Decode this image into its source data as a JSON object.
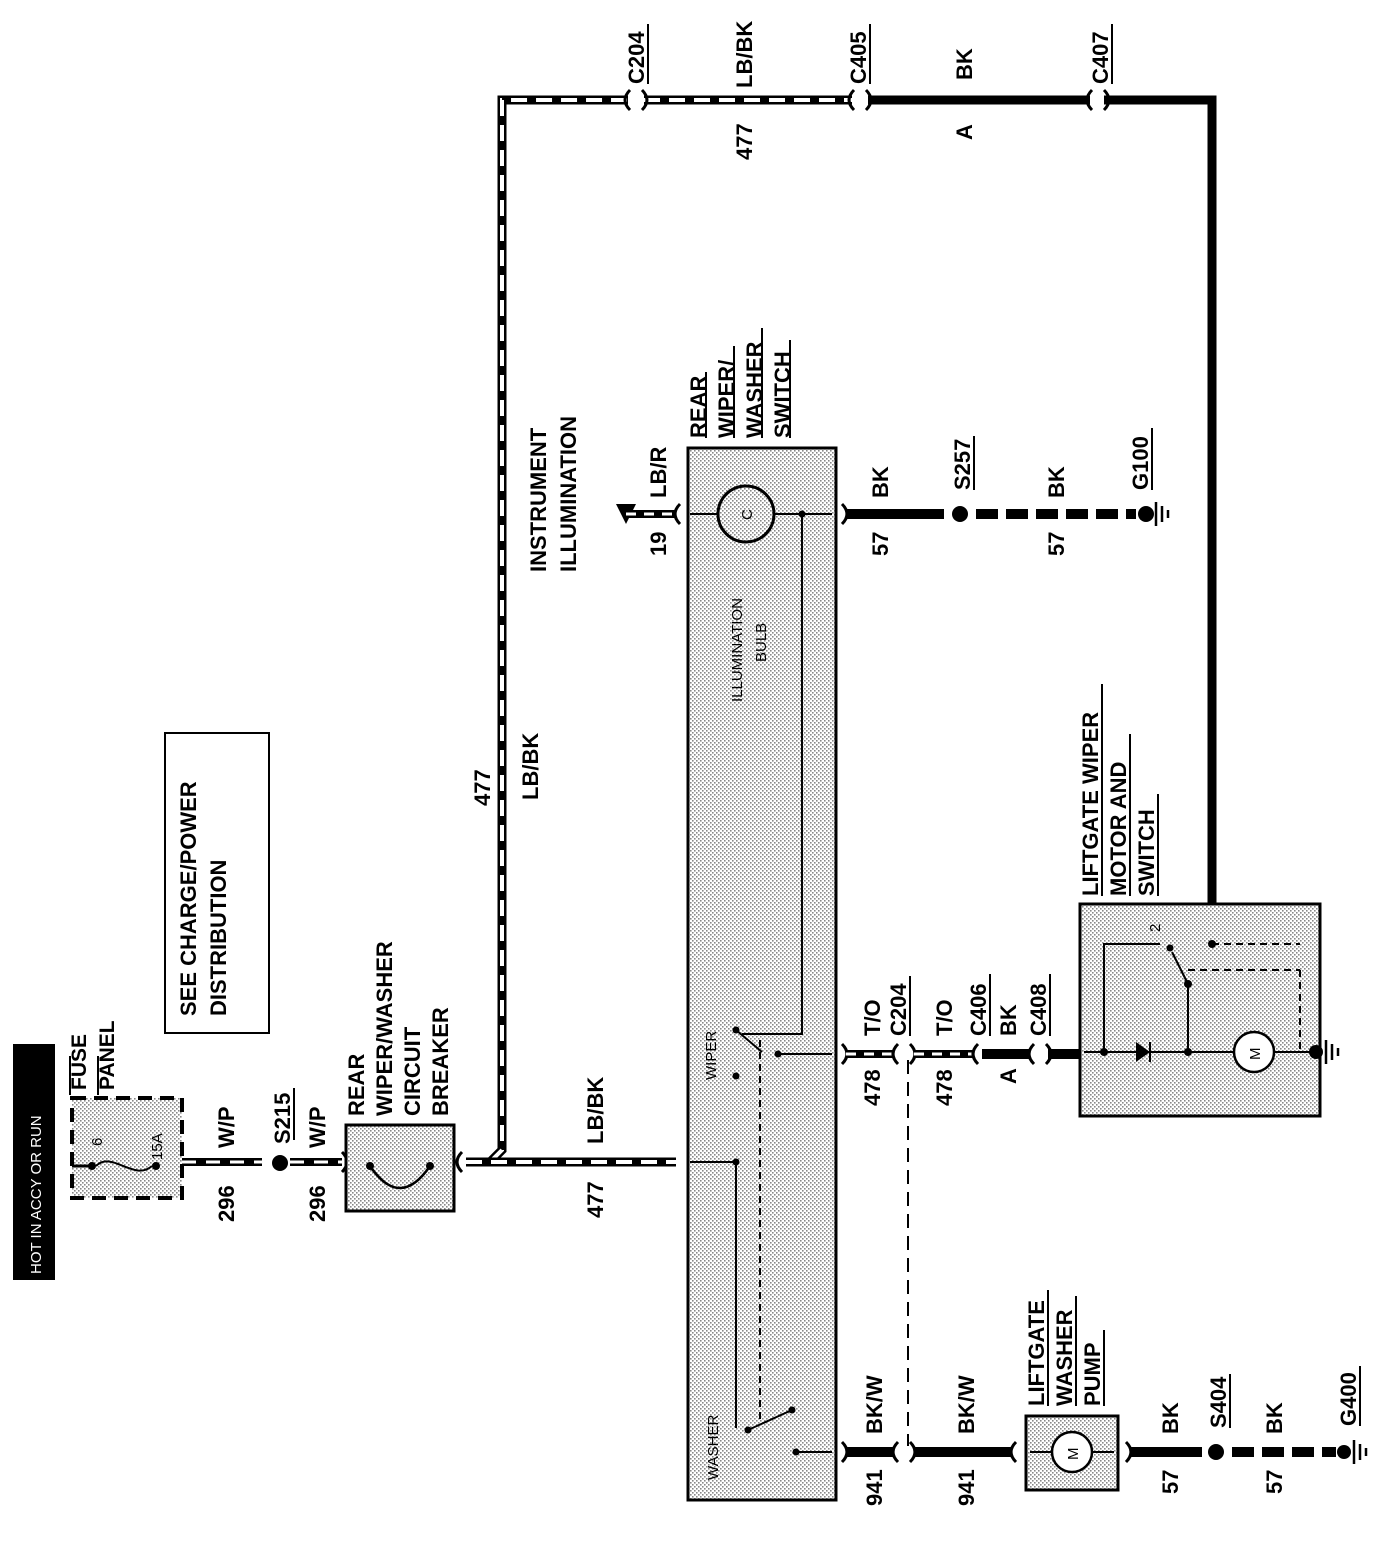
{
  "header": {
    "label": "HOT IN ACCY OR RUN"
  },
  "fuse_panel": {
    "title": [
      "FUSE",
      "PANEL"
    ],
    "fuse_number": "6",
    "rating": "15A"
  },
  "note_box": {
    "lines": [
      "SEE CHARGE/POWER",
      "DISTRIBUTION"
    ]
  },
  "circuit_breaker": {
    "title": [
      "REAR",
      "WIPER/WASHER",
      "CIRCUIT",
      "BREAKER"
    ]
  },
  "switch": {
    "title": [
      "REAR",
      "WIPER/",
      "WASHER",
      "SWITCH"
    ],
    "bulb_label": [
      "ILLUMINATION",
      "BULB"
    ],
    "wiper_label": "WIPER",
    "washer_label": "WASHER",
    "bulb_symbol": "C"
  },
  "instrument_illumination": [
    "INSTRUMENT",
    "ILLUMINATION"
  ],
  "liftgate_motor": {
    "title": [
      "LIFTGATE WIPER",
      "MOTOR AND",
      "SWITCH"
    ],
    "motor_symbol": "M",
    "terminal_label": "2"
  },
  "liftgate_pump": {
    "title": [
      "LIFTGATE",
      "WASHER",
      "PUMP"
    ],
    "motor_symbol": "M"
  },
  "connectors": {
    "c204": "C204",
    "c405": "C405",
    "c407": "C407",
    "c406": "C406",
    "c408": "C408"
  },
  "splices": {
    "s215": "S215",
    "s257": "S257",
    "s404": "S404"
  },
  "grounds": {
    "g100": "G100",
    "g400": "G400"
  },
  "wires": {
    "c296": {
      "number": "296",
      "color": "W/P"
    },
    "c477": {
      "number": "477",
      "color": "LB/BK"
    },
    "bk": {
      "color": "BK"
    },
    "pin_a": "A",
    "c19": {
      "number": "19",
      "color": "LB/R"
    },
    "c57": {
      "number": "57",
      "color": "BK"
    },
    "c478": {
      "number": "478",
      "color": "T/O"
    },
    "c941": {
      "number": "941",
      "color": "BK/W"
    }
  }
}
